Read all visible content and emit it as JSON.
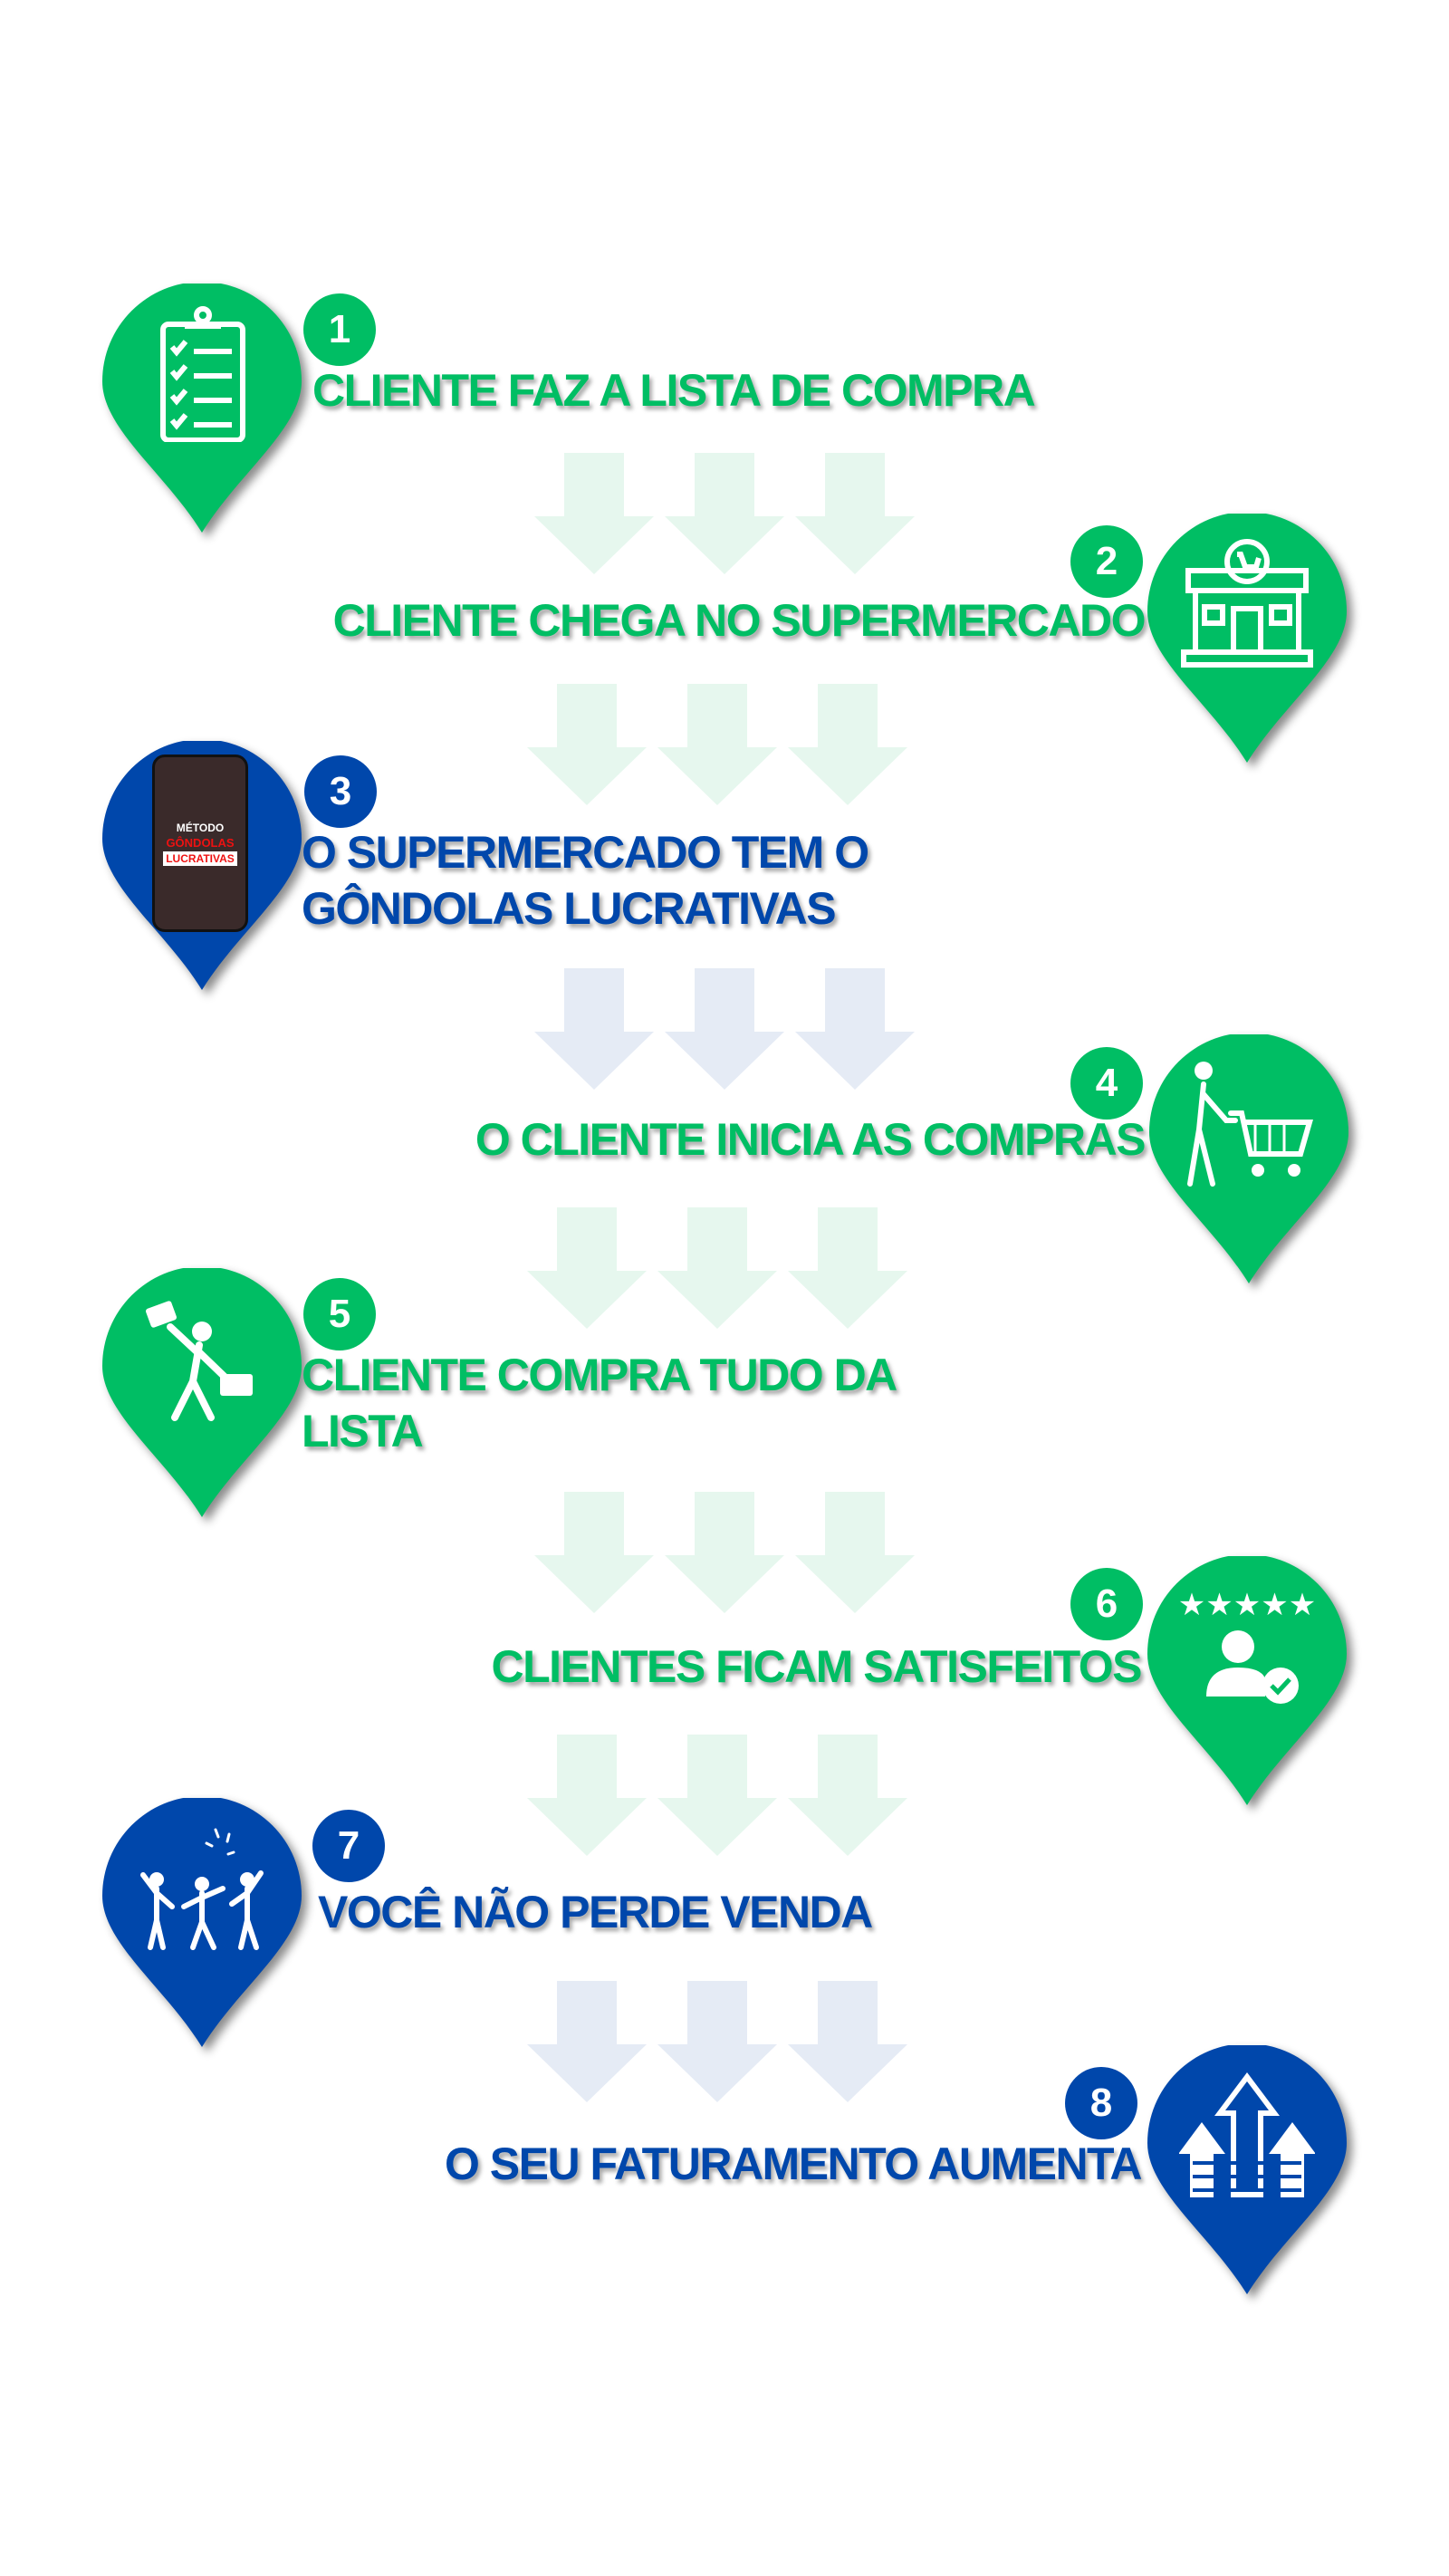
{
  "colors": {
    "green": "#00BE64",
    "blue": "#0047AB",
    "arrow_green": "#E6F7EE",
    "arrow_blue": "#E5EBF5"
  },
  "steps": [
    {
      "number": "1",
      "lines": [
        "CLIENTE FAZ A LISTA DE COMPRA"
      ],
      "icon": "clipboard-checklist-icon",
      "color": "green"
    },
    {
      "number": "2",
      "lines": [
        "CLIENTE CHEGA NO SUPERMERCADO"
      ],
      "icon": "supermarket-store-icon",
      "color": "green"
    },
    {
      "number": "3",
      "lines": [
        "O SUPERMERCADO TEM O",
        "GÔNDOLAS LUCRATIVAS"
      ],
      "icon": "phone-ebook-cover",
      "color": "blue",
      "phone": {
        "line1": "MÉTODO",
        "line2": "GÔNDOLAS",
        "line3": "LUCRATIVAS"
      }
    },
    {
      "number": "4",
      "lines": [
        "O CLIENTE INICIA AS COMPRAS"
      ],
      "icon": "person-pushing-cart-icon",
      "color": "green"
    },
    {
      "number": "5",
      "lines": [
        "CLIENTE COMPRA TUDO DA",
        "LISTA"
      ],
      "icon": "person-with-shopping-bags-icon",
      "color": "green"
    },
    {
      "number": "6",
      "lines": [
        "CLIENTES FICAM SATISFEITOS"
      ],
      "icon": "satisfied-customer-stars-icon",
      "color": "green"
    },
    {
      "number": "7",
      "lines": [
        "VOCÊ NÃO PERDE VENDA"
      ],
      "icon": "people-celebrating-icon",
      "color": "blue"
    },
    {
      "number": "8",
      "lines": [
        "O SEU FATURAMENTO AUMENTA"
      ],
      "icon": "growth-arrows-up-icon",
      "color": "blue"
    }
  ]
}
